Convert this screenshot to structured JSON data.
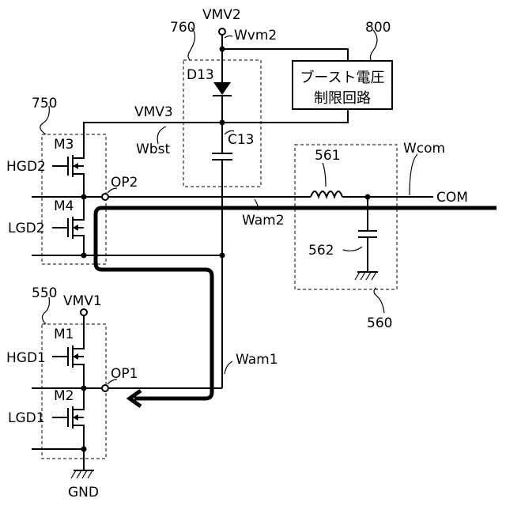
{
  "labels": {
    "vmv2": "VMV2",
    "wvm2": "Wvm2",
    "ref_760": "760",
    "ref_800": "800",
    "d13": "D13",
    "boost_line1": "ブースト電圧",
    "boost_line2": "制限回路",
    "ref_750": "750",
    "vmv3": "VMV3",
    "m3": "M3",
    "wbst": "Wbst",
    "c13": "C13",
    "hgd2": "HGD2",
    "op2": "OP2",
    "m4": "M4",
    "ref_561": "561",
    "wcom": "Wcom",
    "com": "COM",
    "lgd2": "LGD2",
    "wam2": "Wam2",
    "ref_562": "562",
    "ref_550": "550",
    "vmv1": "VMV1",
    "ref_560": "560",
    "m1": "M1",
    "hgd1": "HGD1",
    "op1": "OP1",
    "wam1": "Wam1",
    "m2": "M2",
    "lgd1": "LGD1",
    "gnd": "GND"
  }
}
